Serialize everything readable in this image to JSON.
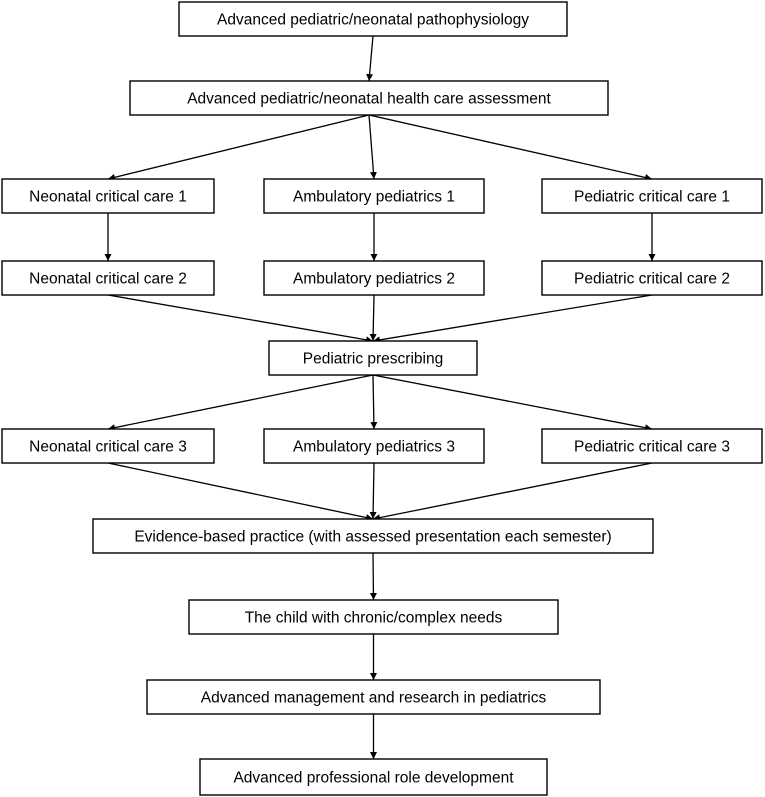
{
  "diagram": {
    "nodes": [
      {
        "id": "pathophysiology",
        "label": "Advanced pediatric/neonatal pathophysiology"
      },
      {
        "id": "assessment",
        "label": "Advanced pediatric/neonatal health care assessment"
      },
      {
        "id": "neo1",
        "label": "Neonatal critical care 1"
      },
      {
        "id": "amb1",
        "label": "Ambulatory pediatrics 1"
      },
      {
        "id": "ped1",
        "label": "Pediatric critical care 1"
      },
      {
        "id": "neo2",
        "label": "Neonatal critical care 2"
      },
      {
        "id": "amb2",
        "label": "Ambulatory pediatrics 2"
      },
      {
        "id": "ped2",
        "label": "Pediatric critical care 2"
      },
      {
        "id": "prescribing",
        "label": "Pediatric prescribing"
      },
      {
        "id": "neo3",
        "label": "Neonatal critical care 3"
      },
      {
        "id": "amb3",
        "label": "Ambulatory pediatrics 3"
      },
      {
        "id": "ped3",
        "label": "Pediatric critical care 3"
      },
      {
        "id": "ebp",
        "label": "Evidence-based practice (with assessed presentation each semester)"
      },
      {
        "id": "chronic",
        "label": "The child with chronic/complex needs"
      },
      {
        "id": "management",
        "label": "Advanced management and research in pediatrics"
      },
      {
        "id": "role",
        "label": "Advanced professional role development"
      }
    ],
    "edges": [
      {
        "from": "pathophysiology",
        "to": "assessment"
      },
      {
        "from": "assessment",
        "to": "neo1"
      },
      {
        "from": "assessment",
        "to": "amb1"
      },
      {
        "from": "assessment",
        "to": "ped1"
      },
      {
        "from": "neo1",
        "to": "neo2"
      },
      {
        "from": "amb1",
        "to": "amb2"
      },
      {
        "from": "ped1",
        "to": "ped2"
      },
      {
        "from": "neo2",
        "to": "prescribing"
      },
      {
        "from": "amb2",
        "to": "prescribing"
      },
      {
        "from": "ped2",
        "to": "prescribing"
      },
      {
        "from": "prescribing",
        "to": "neo3"
      },
      {
        "from": "prescribing",
        "to": "amb3"
      },
      {
        "from": "prescribing",
        "to": "ped3"
      },
      {
        "from": "neo3",
        "to": "ebp"
      },
      {
        "from": "amb3",
        "to": "ebp"
      },
      {
        "from": "ped3",
        "to": "ebp"
      },
      {
        "from": "ebp",
        "to": "chronic"
      },
      {
        "from": "chronic",
        "to": "management"
      },
      {
        "from": "management",
        "to": "role"
      }
    ]
  }
}
